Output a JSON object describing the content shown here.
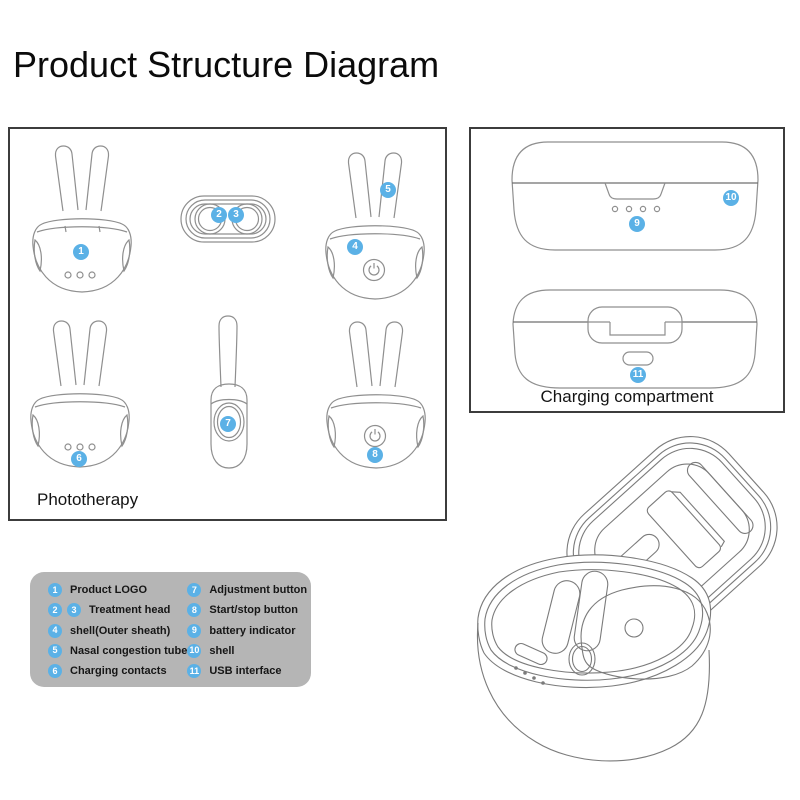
{
  "title": "Product Structure Diagram",
  "panels": {
    "phototherapy": {
      "caption": "Phototherapy"
    },
    "charging": {
      "caption": "Charging compartment"
    }
  },
  "markers": {
    "m1": "1",
    "m2": "2",
    "m3": "3",
    "m4": "4",
    "m5": "5",
    "m6": "6",
    "m7": "7",
    "m8": "8",
    "m9": "9",
    "m10": "10",
    "m11": "11"
  },
  "legend": {
    "left": [
      {
        "nums": [
          "1"
        ],
        "label": "Product LOGO"
      },
      {
        "nums": [
          "2",
          "3"
        ],
        "label": "Treatment head"
      },
      {
        "nums": [
          "4"
        ],
        "label": "shell(Outer sheath)"
      },
      {
        "nums": [
          "5"
        ],
        "label": "Nasal congestion tube"
      },
      {
        "nums": [
          "6"
        ],
        "label": "Charging contacts"
      }
    ],
    "right": [
      {
        "nums": [
          "7"
        ],
        "label": "Adjustment button"
      },
      {
        "nums": [
          "8"
        ],
        "label": "Start/stop button"
      },
      {
        "nums": [
          "9"
        ],
        "label": "battery indicator"
      },
      {
        "nums": [
          "10"
        ],
        "label": "shell"
      },
      {
        "nums": [
          "11"
        ],
        "label": "USB interface"
      }
    ]
  },
  "colors": {
    "marker_blue": "#5bb1e6",
    "legend_background": "#b5b5b5",
    "panel_border": "#3c3c3c",
    "line_gray": "#8f8f8f",
    "title_black": "#0b0b0b"
  }
}
